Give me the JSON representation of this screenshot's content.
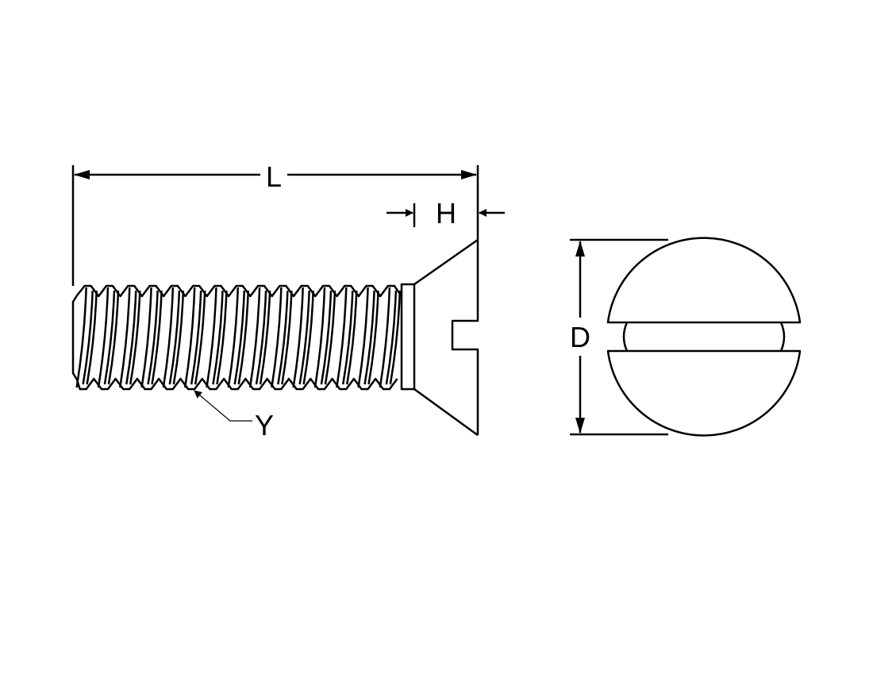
{
  "labels": {
    "length": "L",
    "head_height": "H",
    "diameter": "D",
    "thread": "Y"
  },
  "colors": {
    "line": "#000000",
    "background": "#ffffff"
  }
}
